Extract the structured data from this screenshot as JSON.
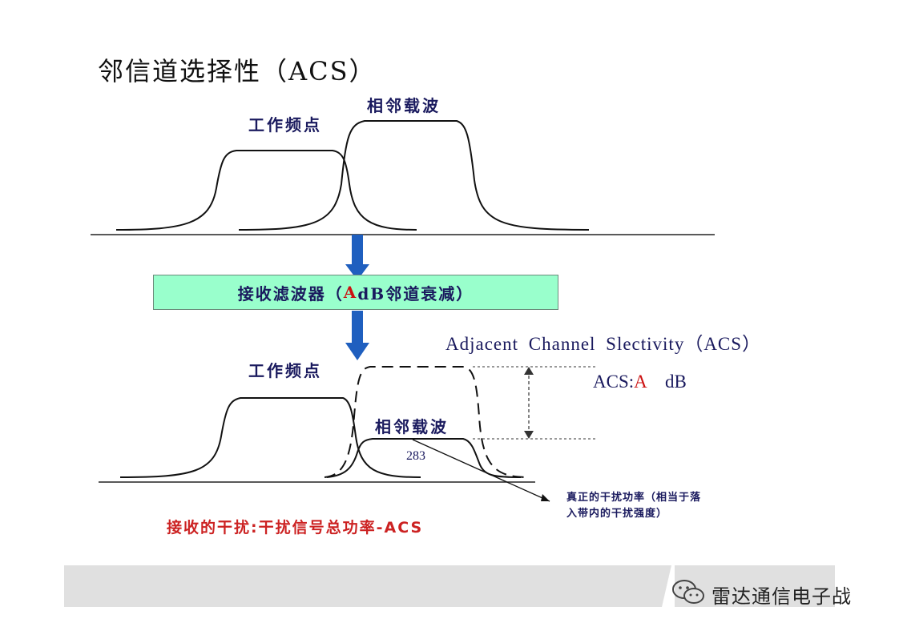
{
  "title": "邻信道选择性（ACS）",
  "labels": {
    "working_freq_top": "工作频点",
    "adjacent_carrier_top": "相邻载波",
    "working_freq_bottom": "工作频点",
    "adjacent_carrier_bottom": "相邻载波"
  },
  "filter": {
    "prefix": "接收滤波器（",
    "a": "A",
    "suffix": " dB邻道衰减）"
  },
  "acs": {
    "heading": "Adjacent Channel Slectivity（ACS）",
    "value_prefix": "ACS:",
    "value_a": "A",
    "value_suffix": "  dB"
  },
  "number_283": "283",
  "true_interference": "真正的干扰功率（相当于落入带内的干扰强度）",
  "received_interference": "接收的干扰:干扰信号总功率-ACS",
  "watermark": {
    "text": "雷达通信电子战",
    "icon": "wechat-icon"
  },
  "colors": {
    "navy_text": "#1a1a5e",
    "red_text": "#cc1111",
    "filter_box": "#99ffcc",
    "arrow_blue": "#1f5fbf",
    "footer": "#e0e0e0"
  }
}
